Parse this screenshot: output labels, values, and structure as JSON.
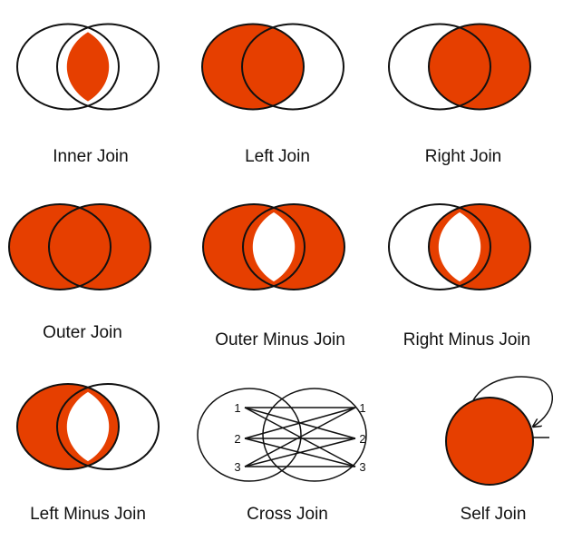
{
  "colors": {
    "fill": "#E63F00",
    "stroke": "#111111",
    "background": "#FFFFFF"
  },
  "diagrams": [
    {
      "label": "Inner Join",
      "shaded": [
        "intersection"
      ]
    },
    {
      "label": "Left Join",
      "shaded": [
        "left-only",
        "intersection"
      ]
    },
    {
      "label": "Right Join",
      "shaded": [
        "intersection",
        "right-only"
      ]
    },
    {
      "label": "Outer Join",
      "shaded": [
        "left-only",
        "intersection",
        "right-only"
      ]
    },
    {
      "label": "Outer Minus Join",
      "shaded": [
        "left-only",
        "right-only"
      ]
    },
    {
      "label": "Right Minus Join",
      "shaded": [
        "right-only"
      ]
    },
    {
      "label": "Left Minus Join",
      "shaded": [
        "left-only"
      ]
    },
    {
      "label": "Cross Join",
      "shaded": [],
      "left_items": [
        "1",
        "2",
        "3"
      ],
      "right_items": [
        "1",
        "2",
        "3"
      ]
    },
    {
      "label": "Self Join",
      "shaded": [
        "single-circle"
      ]
    }
  ]
}
